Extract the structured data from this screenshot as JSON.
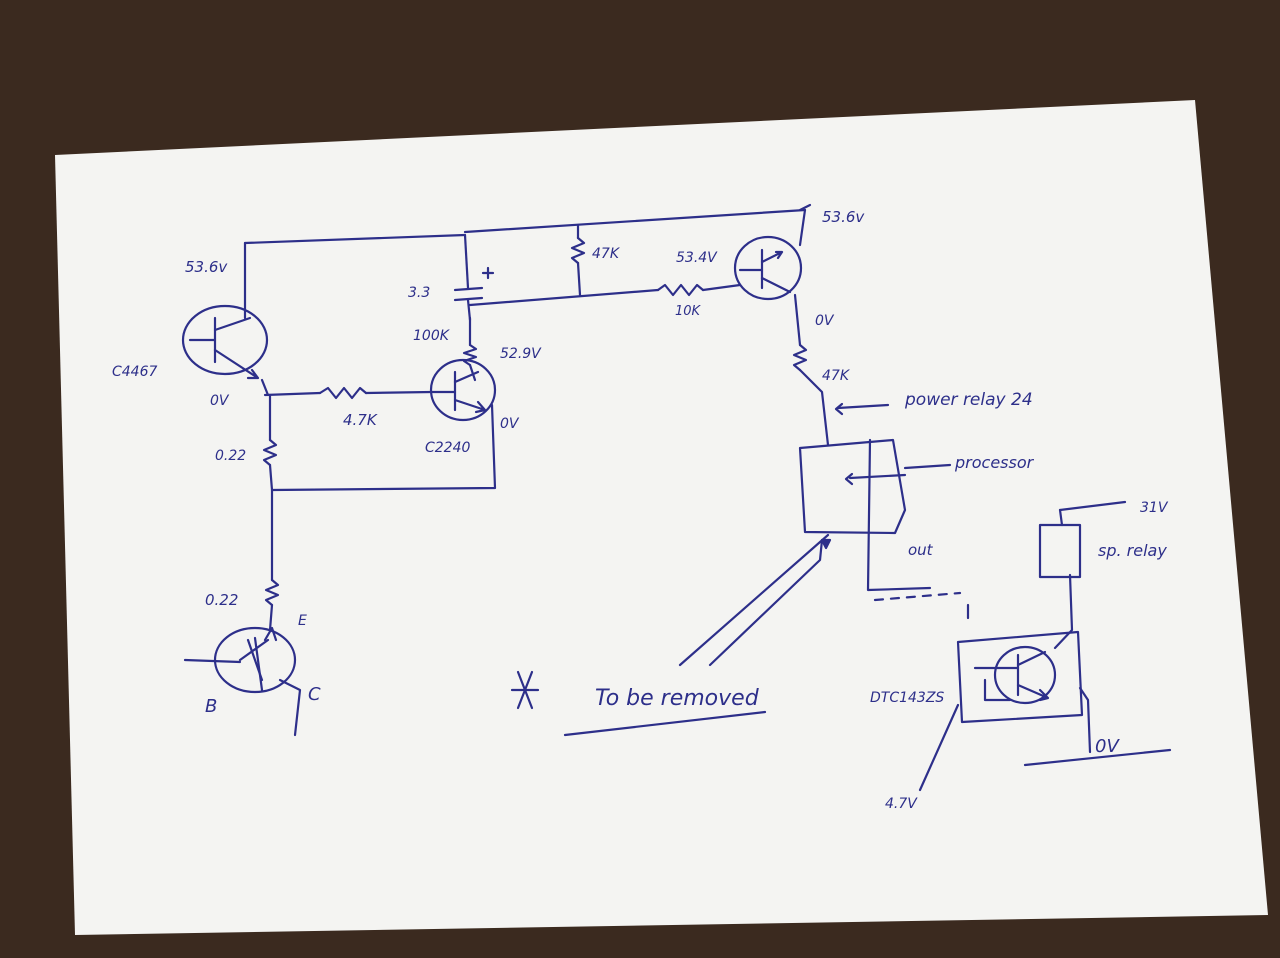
{
  "colors": {
    "ink": "#2d2f8a",
    "paper": "#f4f4f2",
    "table": "#3b2a1f"
  },
  "labels": {
    "v_top_left": "53.6v",
    "v_top_right": "53.6v",
    "t1_part": "C4467",
    "t1_emitter_v": "0V",
    "r_emitter_1": "0.22",
    "cap_value": "3.3",
    "r_base_upper": "100K",
    "t2_collector_v": "52.9V",
    "r_base_link": "4.7K",
    "t2_part": "C2240",
    "t2_emitter_v": "0V",
    "r_top": "47K",
    "t3_base_v": "53.4V",
    "r_base_t3": "10K",
    "t3_collector_v": "0V",
    "r_47k": "47K",
    "power_relay": "power relay 24",
    "processor": "processor",
    "out": "out",
    "sp_relay_v": "31V",
    "sp_relay": "sp. relay",
    "r_emitter_2": "0.22",
    "emitter_mark": "E",
    "base_mark": "B",
    "collector_mark": "C",
    "to_be_removed": "To be removed",
    "dtc_part": "DTC143ZS",
    "dtc_v": "4.7V",
    "ground_v": "0V"
  }
}
